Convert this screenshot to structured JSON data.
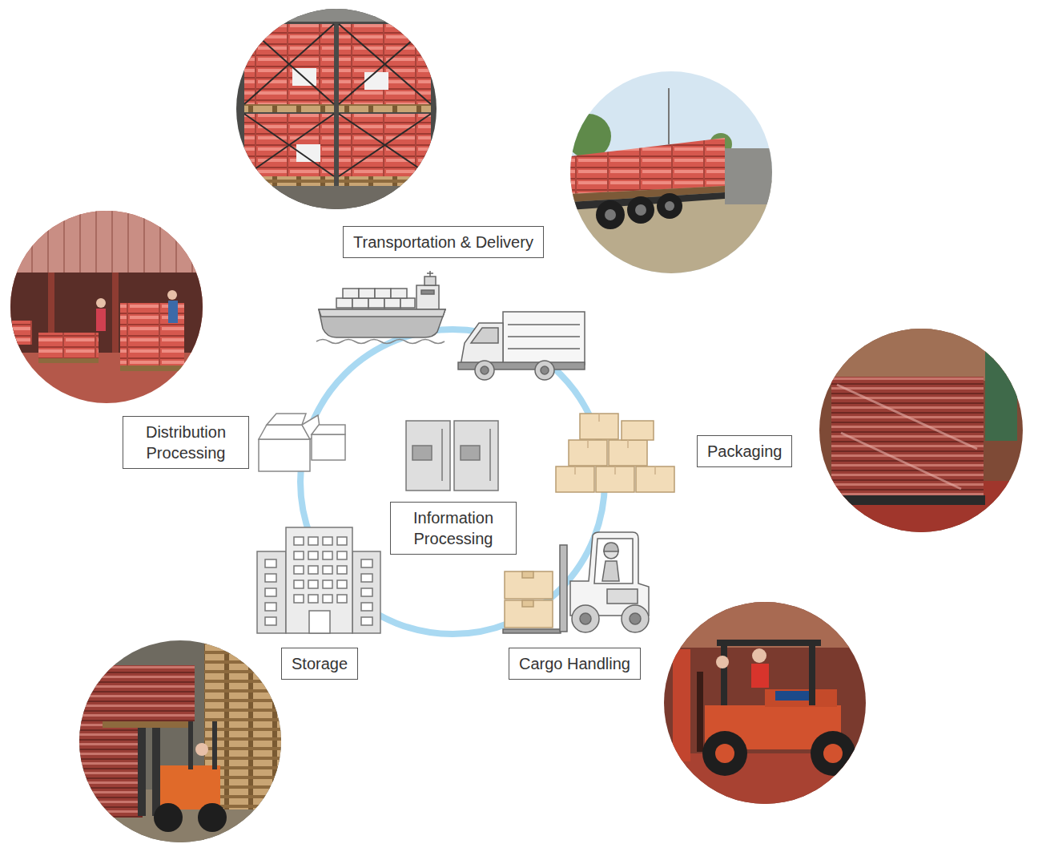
{
  "diagram": {
    "nodes": [
      {
        "text": [
          "Transportation & Delivery"
        ]
      },
      {
        "text": [
          "Packaging"
        ]
      },
      {
        "text": [
          "Distribution Processing"
        ]
      },
      {
        "text": [
          "Information Processing"
        ]
      },
      {
        "text": [
          "Storage"
        ]
      },
      {
        "text": [
          "Cargo Handling"
        ]
      }
    ]
  }
}
